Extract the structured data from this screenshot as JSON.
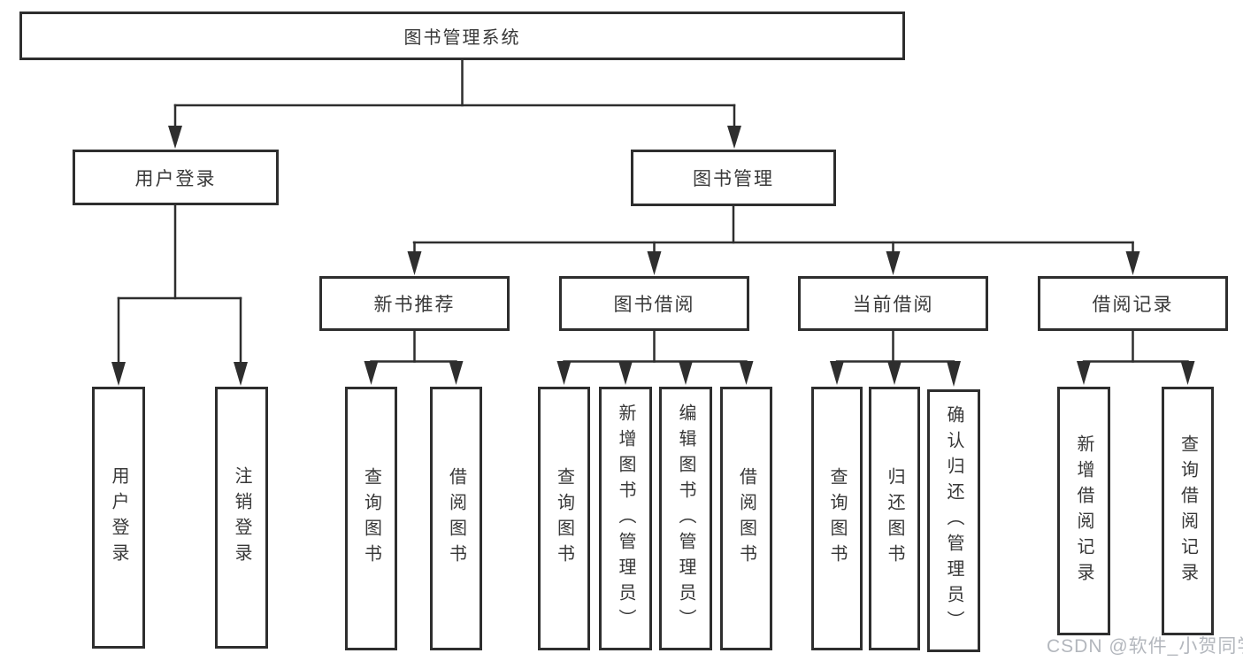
{
  "diagram": {
    "root": {
      "label": "图书管理系统"
    },
    "level2": [
      {
        "label": "用户登录"
      },
      {
        "label": "图书管理"
      }
    ],
    "level3": [
      {
        "label": "新书推荐"
      },
      {
        "label": "图书借阅"
      },
      {
        "label": "当前借阅"
      },
      {
        "label": "借阅记录"
      }
    ],
    "leaves": {
      "user_login": [
        "用户登录",
        "注销登录"
      ],
      "new_book": [
        "查询图书",
        "借阅图书"
      ],
      "book_borrow": [
        "查询图书",
        "新增图书（管理员）",
        "编辑图书（管理员）",
        "借阅图书"
      ],
      "current_borrow": [
        "查询图书",
        "归还图书",
        "确认归还（管理员）"
      ],
      "borrow_record": [
        "新增借阅记录",
        "查询借阅记录"
      ]
    }
  },
  "watermark": {
    "text": "CSDN @软件_小贺同学",
    "color": "#b3b7bd"
  },
  "colors": {
    "background": "#ffffff",
    "line": "#2e2e2e",
    "box_border": "#2e2e2e",
    "text": "#383838"
  }
}
